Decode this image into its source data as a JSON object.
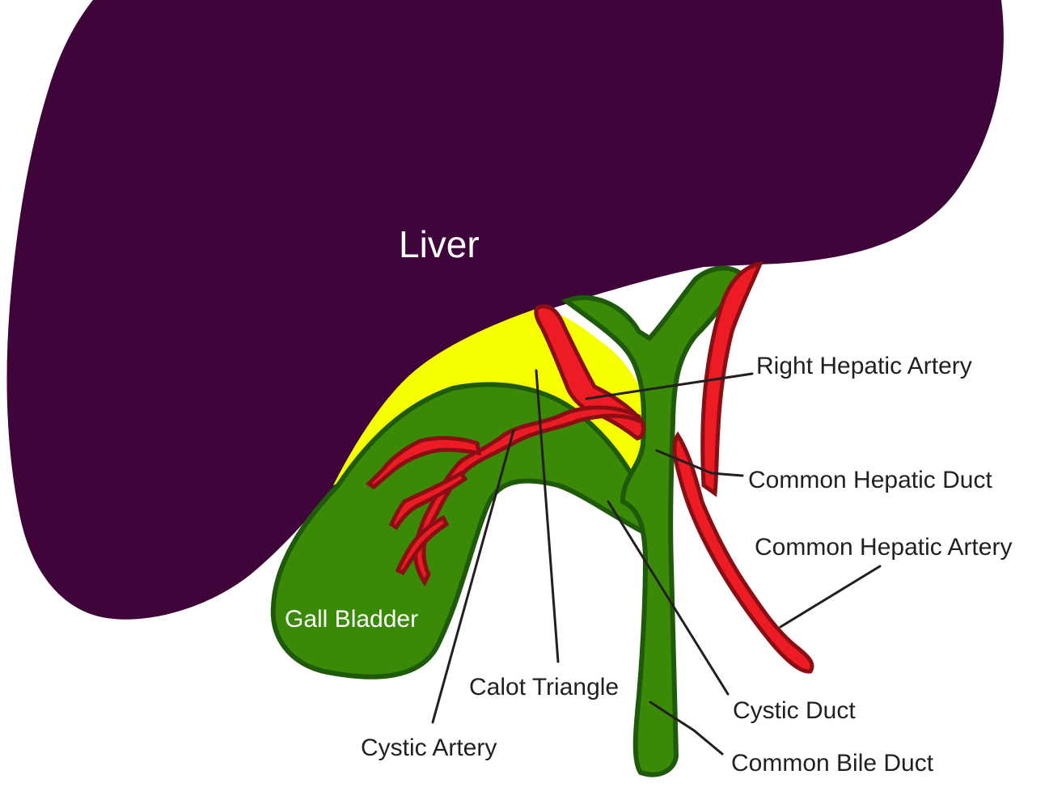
{
  "labels": {
    "liver": "Liver",
    "gall_bladder": "Gall Bladder",
    "right_hepatic_artery": "Right Hepatic Artery",
    "common_hepatic_duct": "Common Hepatic Duct",
    "common_hepatic_artery": "Common Hepatic Artery",
    "calot_triangle": "Calot Triangle",
    "cystic_duct": "Cystic Duct",
    "cystic_artery": "Cystic Artery",
    "common_bile_duct": "Common Bile Duct"
  },
  "colors": {
    "liver": "#3f043a",
    "duct_fill": "#3a8a07",
    "duct_outline": "#1f5a0a",
    "artery_fill": "#ed1c24",
    "artery_outline": "#8a0f14",
    "calot_triangle": "#f5ff00",
    "label_text": "#231f20"
  }
}
